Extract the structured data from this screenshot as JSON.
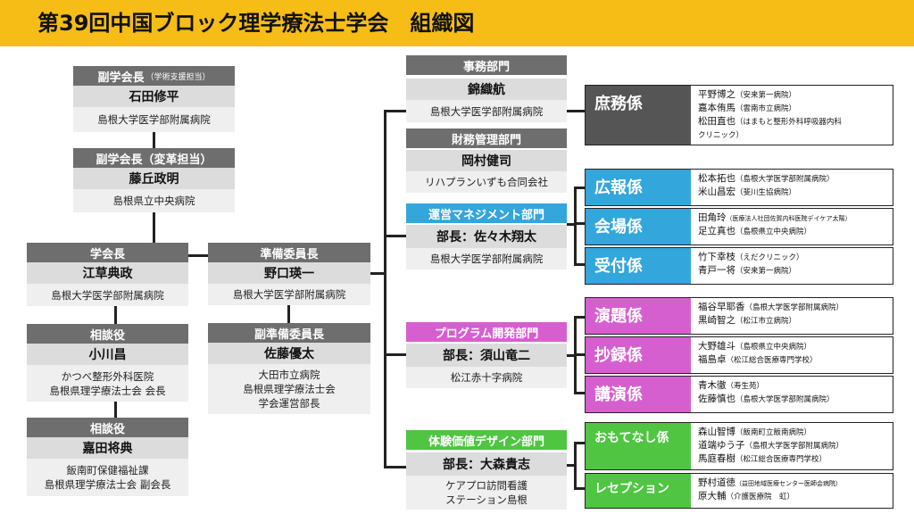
{
  "title": "第39回中国ブロック理学療法士学会　組織図",
  "colors": {
    "banner": "#f6bd16",
    "header_gray": "#6e6e6e",
    "soumu": "#555555",
    "blue": "#33a6dc",
    "pink": "#d65fcf",
    "green": "#4fc542"
  },
  "left": {
    "vp_academic": {
      "title": "副学会長",
      "note": "（学術支援担当）",
      "name": "石田修平",
      "affil": "島根大学医学部附属病院"
    },
    "vp_reform": {
      "title": "副学会長（変革担当）",
      "name": "藤丘政明",
      "affil": "島根県立中央病院"
    },
    "president": {
      "title": "学会長",
      "name": "江草典政",
      "affil": "島根大学医学部附属病院"
    },
    "advisor1": {
      "title": "相談役",
      "name": "小川昌",
      "affil1": "かつべ整形外科医院",
      "affil2": "島根県理学療法士会 会長"
    },
    "advisor2": {
      "title": "相談役",
      "name": "嘉田将典",
      "affil1": "飯南町保健福祉課",
      "affil2": "島根県理学療法士会 副会長"
    },
    "prep_chair": {
      "title": "準備委員長",
      "name": "野口瑛一",
      "affil": "島根大学医学部附属病院"
    },
    "prep_vice": {
      "title": "副準備委員長",
      "name": "佐藤優太",
      "affil1": "大田市立病院",
      "affil2": "島根県理学療法士会",
      "affil3": "学会運営部長"
    }
  },
  "departments": {
    "office": {
      "title": "事務部門",
      "name": "錦織航",
      "affil": "島根大学医学部附属病院"
    },
    "finance": {
      "title": "財務管理部門",
      "name": "岡村健司",
      "affil": "リハプランいずも合同会社"
    },
    "operations": {
      "title": "運営マネジメント部門",
      "name": "部長：佐々木翔太",
      "affil": "島根大学医学部附属病院"
    },
    "program": {
      "title": "プログラム開発部門",
      "name": "部長：須山竜二",
      "affil": "松江赤十字病院"
    },
    "experience": {
      "title": "体験価値デザイン部門",
      "name": "部長：大森貴志",
      "affil1": "ケアプロ訪問看護",
      "affil2": "ステーション島根"
    }
  },
  "units": {
    "shomu": {
      "label": "庶務係",
      "members": [
        {
          "name": "平野博之",
          "affil": "（安来第一病院）"
        },
        {
          "name": "嘉本侑馬",
          "affil": "（雲南市立病院）"
        },
        {
          "name": "松田直也",
          "affil": "（はまもと整形外科呼吸器内科"
        },
        {
          "name": "",
          "affil": "クリニック）"
        }
      ]
    },
    "kouhou": {
      "label": "広報係",
      "members": [
        {
          "name": "松本拓也",
          "affil": "（島根大学医学部附属病院）"
        },
        {
          "name": "米山昌宏",
          "affil": "（斐川生協病院）"
        }
      ]
    },
    "kaijou": {
      "label": "会場係",
      "members": [
        {
          "name": "田角玲",
          "affil": "（医療法人社団佐賀内科医院デイケア太陽）"
        },
        {
          "name": "足立真也",
          "affil": "（島根県立中央病院）"
        }
      ]
    },
    "uketsuke": {
      "label": "受付係",
      "members": [
        {
          "name": "竹下幸枝",
          "affil": "（えだクリニック）"
        },
        {
          "name": "青戸一将",
          "affil": "（安来第一病院）"
        }
      ]
    },
    "endai": {
      "label": "演題係",
      "members": [
        {
          "name": "福谷早耶香",
          "affil": "（島根大学医学部附属病院）"
        },
        {
          "name": "黒崎智之",
          "affil": "（松江市立病院）"
        }
      ]
    },
    "shouroku": {
      "label": "抄録係",
      "members": [
        {
          "name": "大野雄斗",
          "affil": "（島根県立中央病院）"
        },
        {
          "name": "福島卓",
          "affil": "（松江総合医療専門学校）"
        }
      ]
    },
    "kouen": {
      "label": "講演係",
      "members": [
        {
          "name": "青木徹",
          "affil": "（寿生苑）"
        },
        {
          "name": "佐藤慎也",
          "affil": "（島根大学医学部附属病院）"
        }
      ]
    },
    "omotenashi": {
      "label": "おもてなし係",
      "members": [
        {
          "name": "森山智博",
          "affil": "（飯南町立飯南病院）"
        },
        {
          "name": "道端ゆう子",
          "affil": "（島根大学医学部附属病院）"
        },
        {
          "name": "馬庭春樹",
          "affil": "（松江総合医療専門学校）"
        }
      ]
    },
    "reception": {
      "label": "レセプション",
      "members": [
        {
          "name": "野村道徳",
          "affil": "（益田地域医療センター医師会病院）"
        },
        {
          "name": "原大輔",
          "affil": "（介護医療院　虹）"
        }
      ]
    }
  }
}
